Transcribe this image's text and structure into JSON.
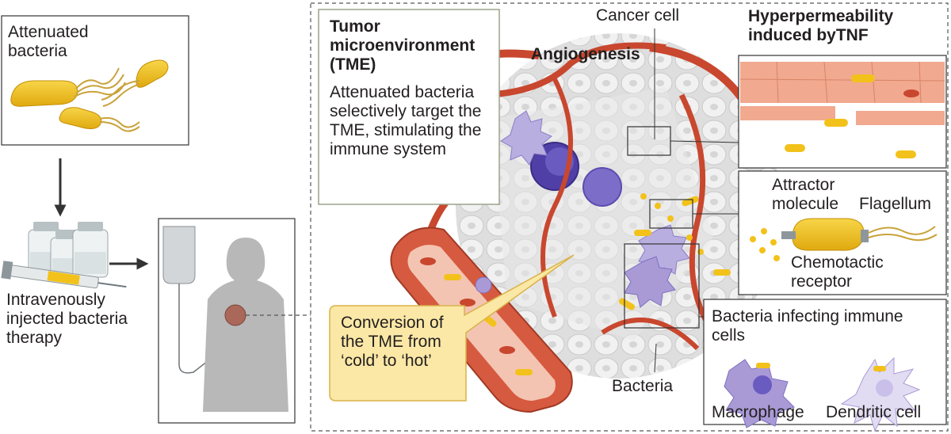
{
  "panels": {
    "attenuated": {
      "label": "Attenuated bacteria"
    },
    "injection": {
      "label": "Intravenously injected bacteria therapy"
    },
    "tme": {
      "title": "Tumor microenvironment (TME)",
      "body": "Attenuated bacteria selectively target the TME, stimulating the immune system"
    },
    "angiogenesis": {
      "label": "Angiogenesis"
    },
    "cancer_cell": {
      "label": "Cancer cell"
    },
    "hyperpermeability": {
      "title": "Hyperpermeability induced byTNF"
    },
    "chemotaxis": {
      "attractor": "Attractor molecule",
      "flagellum": "Flagellum",
      "receptor": "Chemotactic receptor"
    },
    "infecting": {
      "title": "Bacteria infecting immune cells",
      "macrophage": "Macrophage",
      "dendritic": "Dendritic cell"
    },
    "conversion": {
      "label": "Conversion of the TME from ‘cold’ to ‘hot’"
    },
    "bacteria": {
      "label": "Bacteria"
    }
  },
  "colors": {
    "bacteria": "#f2c21b",
    "vessel": "#c8472e",
    "vessel_light": "#eda48c",
    "immune": "#a99ad6",
    "immune_dark": "#5b4db0",
    "tumor": "#e4e4e4",
    "callout": "#fbe8a6"
  },
  "icons": [
    "syringe-icon",
    "vial-icon",
    "iv-bag-icon",
    "human-silhouette-icon",
    "arrow-down-icon",
    "arrow-right-icon"
  ]
}
